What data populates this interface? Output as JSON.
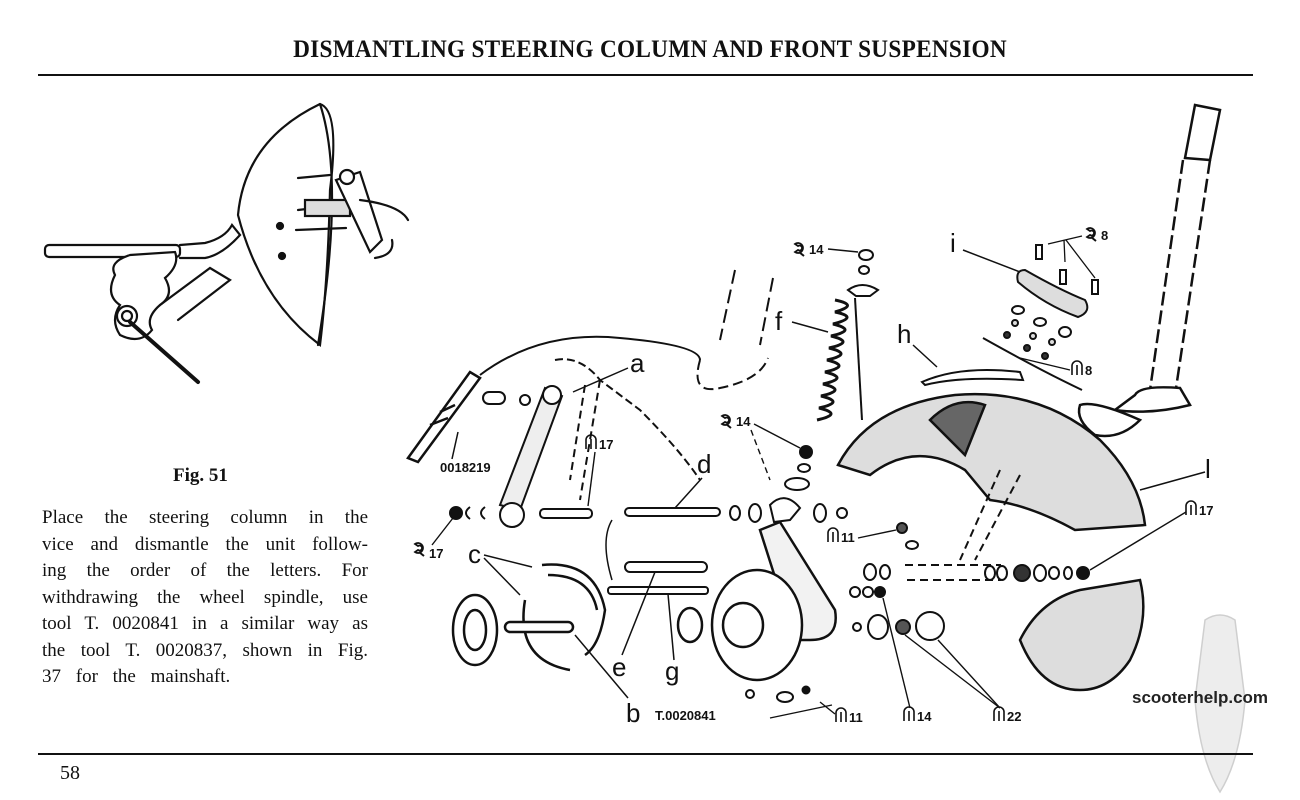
{
  "header": {
    "title": "DISMANTLING STEERING COLUMN AND FRONT SUSPENSION"
  },
  "figure": {
    "caption": "Fig. 51"
  },
  "instructions": {
    "lines": [
      "Place the steering column in the",
      "vice and dismantle the unit follow-",
      "ing the order of the letters. For",
      "withdrawing the wheel spindle, use",
      "tool T. 0020841 in a similar way as",
      "the tool T. 0020837, shown in Fig.",
      "37 for the mainshaft."
    ]
  },
  "diagram": {
    "part_letters": {
      "a": "a",
      "b": "b",
      "c": "c",
      "d": "d",
      "e": "e",
      "f": "f",
      "g": "g",
      "h": "h",
      "i": "i",
      "l": "l"
    },
    "tool_codes": {
      "vice_tool": "0018219",
      "spindle_tool": "T.0020841"
    },
    "wrench_callouts": [
      {
        "id": "w14-top",
        "label": "14",
        "icon": "open-wrench-icon"
      },
      {
        "id": "w14-mid",
        "label": "14",
        "icon": "open-wrench-icon"
      },
      {
        "id": "w17-left",
        "label": "17",
        "icon": "open-wrench-icon"
      },
      {
        "id": "w8-top",
        "label": "8",
        "icon": "open-wrench-icon"
      }
    ],
    "socket_callouts": [
      {
        "id": "s17-a",
        "label": "17",
        "icon": "socket-wrench-icon"
      },
      {
        "id": "s8",
        "label": "8",
        "icon": "socket-wrench-icon"
      },
      {
        "id": "s11-a",
        "label": "11",
        "icon": "socket-wrench-icon"
      },
      {
        "id": "s17-b",
        "label": "17",
        "icon": "socket-wrench-icon"
      },
      {
        "id": "s11-b",
        "label": "11",
        "icon": "socket-wrench-icon"
      },
      {
        "id": "s14",
        "label": "14",
        "icon": "socket-wrench-icon"
      },
      {
        "id": "s22",
        "label": "22",
        "icon": "socket-wrench-icon"
      }
    ]
  },
  "footer": {
    "page_number": "58",
    "watermark": "scooterhelp.com"
  }
}
